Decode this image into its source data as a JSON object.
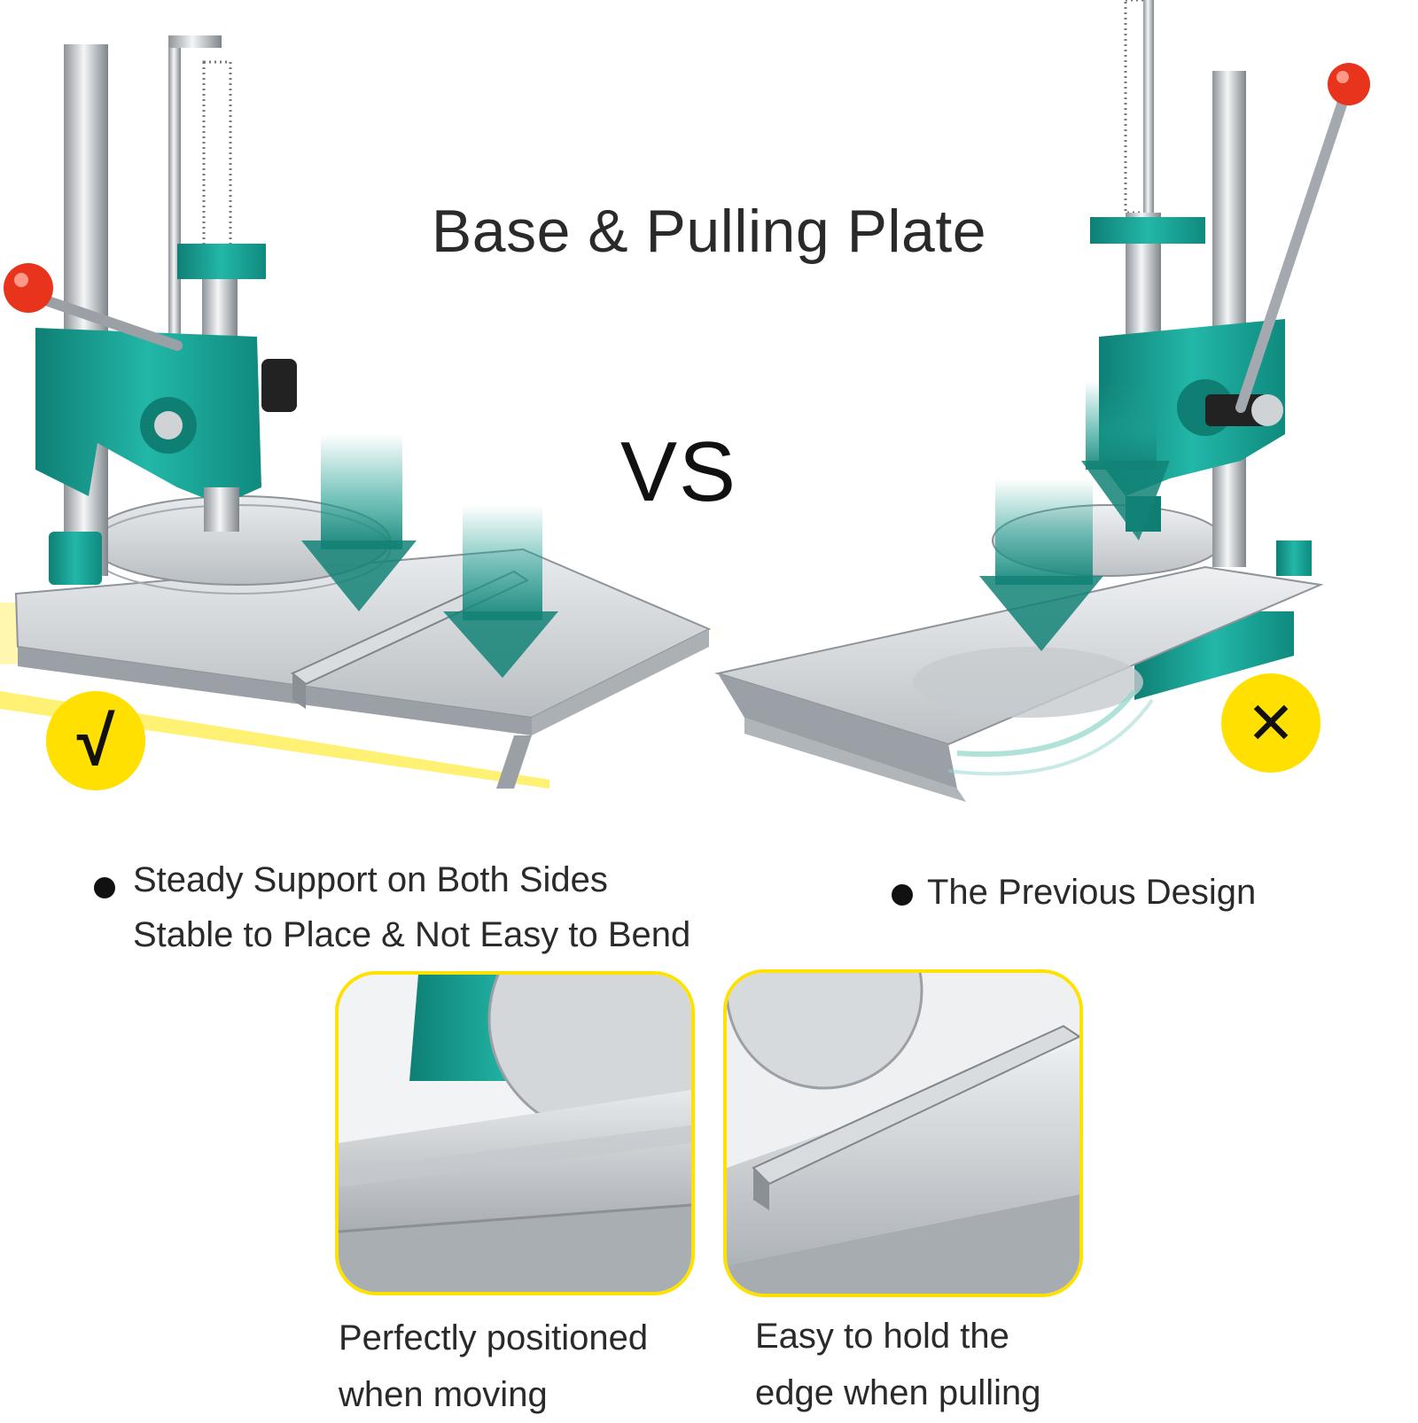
{
  "heading": {
    "title": "Base & Pulling Plate",
    "vs": "VS"
  },
  "left_panel": {
    "badge_symbol": "√",
    "bullet_line_1": "Steady Support on Both Sides",
    "bullet_line_2": "Stable to Place & Not Easy to Bend"
  },
  "right_panel": {
    "badge_symbol": "✕",
    "bullet_line_1": "The Previous Design"
  },
  "zoom_captions": {
    "left_line_1": "Perfectly positioned",
    "left_line_2": "when moving",
    "right_line_1": "Easy to hold the",
    "right_line_2": "edge when pulling"
  },
  "colors": {
    "teal_body": "#1aa79a",
    "badge_yellow": "#ffe000",
    "steel": "#c9cdd1",
    "knob_red": "#e8341c",
    "arrow_teal": "#1c9d8f"
  },
  "icons": [
    "check-icon",
    "cross-icon",
    "arrow-down-icon"
  ]
}
